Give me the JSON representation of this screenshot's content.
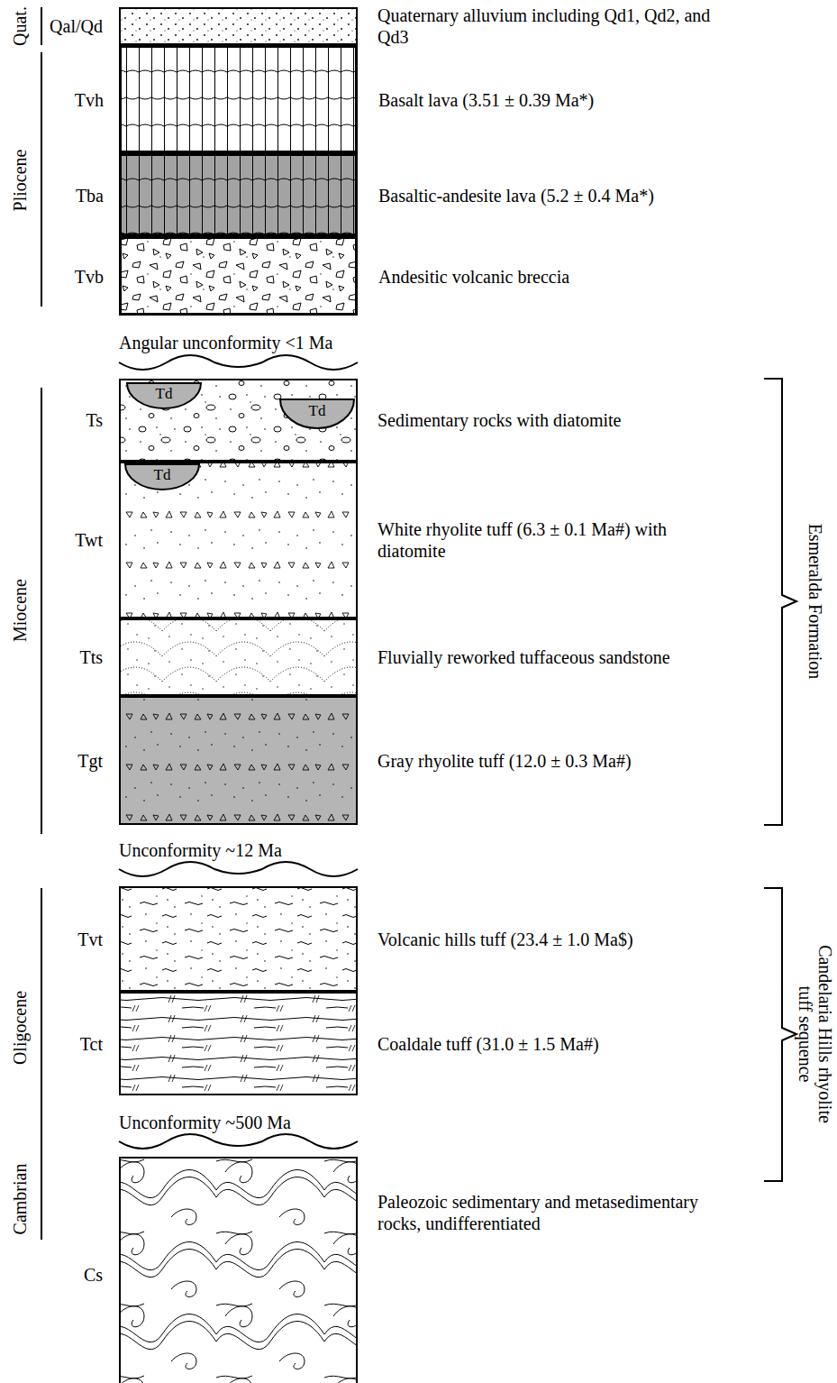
{
  "diagram": {
    "nodes": [
      {
        "text": [
          "Qal/Qd",
          "Quaternary alluvium including Qd1, Qd2, and Qd3"
        ]
      },
      {
        "text": [
          "Tvh",
          "Basalt lava (3.51 ± 0.39 Ma*)"
        ]
      },
      {
        "text": [
          "Tba",
          "Basaltic-andesite lava (5.2 ± 0.4 Ma*)"
        ]
      },
      {
        "text": [
          "Tvb",
          "Andesitic volcanic breccia"
        ]
      },
      {
        "text": [
          "Ts",
          "Sedimentary rocks with diatomite"
        ]
      },
      {
        "text": [
          "Td"
        ],
        "in": 4
      },
      {
        "text": [
          "Td"
        ],
        "in": 4
      },
      {
        "text": [
          "Twt",
          "White rhyolite tuff (6.3 ± 0.1 Ma#) with diatomite"
        ]
      },
      {
        "text": [
          "Td"
        ],
        "in": 7
      },
      {
        "text": [
          "Tts",
          "Fluvially reworked tuffaceous sandstone"
        ]
      },
      {
        "text": [
          "Tgt",
          "Gray rhyolite tuff (12.0 ± 0.3 Ma#)"
        ]
      },
      {
        "text": [
          "Tvt",
          "Volcanic hills tuff (23.4 ± 1.0 Ma$)"
        ]
      },
      {
        "text": [
          "Tct",
          "Coaldale tuff (31.0 ± 1.5 Ma#)"
        ]
      },
      {
        "text": [
          "Cs",
          "Paleozoic sedimentary and metasedimentary rocks, undifferentiated"
        ]
      }
    ],
    "labels": [
      "Quat.",
      "Pliocene",
      "Miocene",
      "Oligocene",
      "Cambrian",
      "Angular unconformity <1 Ma",
      "Unconformity ~12 Ma",
      "Unconformity ~500 Ma",
      "Esmeralda Formation",
      "Candelaria Hills rhyolite tuff sequence"
    ]
  }
}
